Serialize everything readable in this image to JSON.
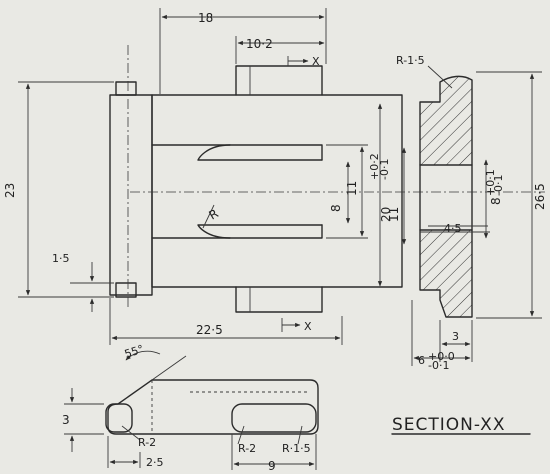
{
  "dimensions": {
    "top_18": "18",
    "top_10_2": "10·2",
    "top_x": "X",
    "left_23": "23",
    "left_1_5": "1·5",
    "bottom_22_5": "22·5",
    "bottom_x": "X",
    "mid_11": "11",
    "mid_8": "8",
    "radius_r": "R",
    "sec_20": "20",
    "sec_20_tol_upper": "+0·2",
    "sec_20_tol_lower": "-0·1",
    "sec_11": "11",
    "sec_4_5": "4·5",
    "sec_8": "8",
    "sec_8_tol_upper": "+0·1",
    "sec_8_tol_lower": "-0·1",
    "sec_26_5": "26·5",
    "sec_r_1_5": "R-1·5",
    "sec_3": "3",
    "sec_6": "6",
    "sec_6_tol_upper": "+0·0",
    "sec_6_tol_lower": "-0·1",
    "det_55": "55°",
    "det_3": "3",
    "det_r_2a": "R-2",
    "det_2_5": "2·5",
    "det_r_2b": "R-2",
    "det_r_1_5": "R·1·5",
    "det_9": "9"
  },
  "caption": "SECTION-XX"
}
